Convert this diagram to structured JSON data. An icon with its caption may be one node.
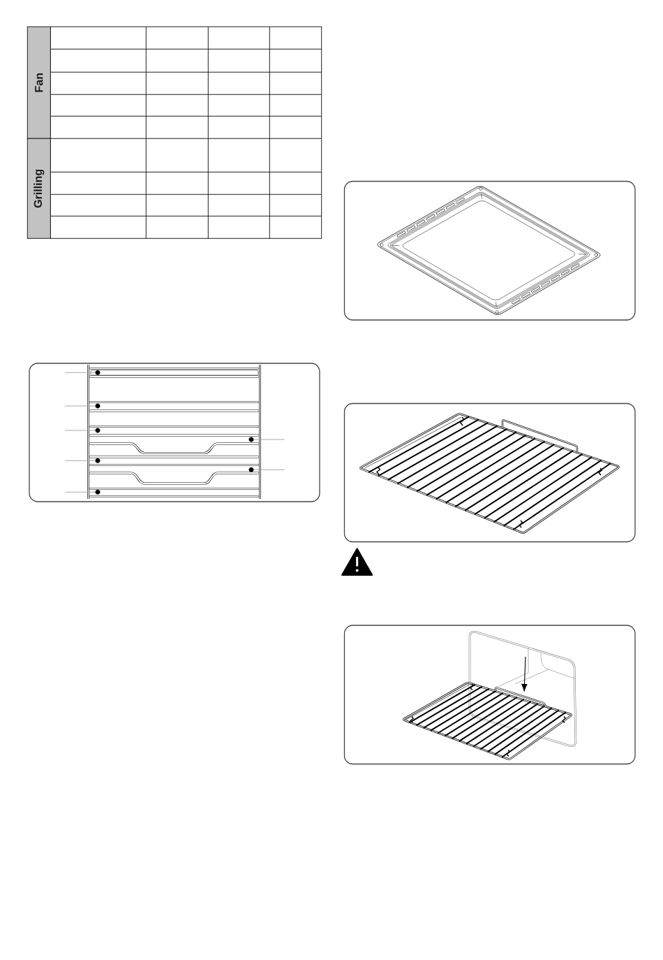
{
  "diagram": {
    "nodes": [
      {
        "text": [
          "Fan"
        ]
      },
      {
        "text": [
          "Grilling"
        ]
      },
      {
        "text": [],
        "shape": "circle"
      },
      {
        "text": [],
        "shape": "circle"
      },
      {
        "text": [],
        "shape": "circle"
      },
      {
        "text": [],
        "shape": "circle"
      },
      {
        "text": [],
        "shape": "circle"
      },
      {
        "text": [],
        "shape": "circle"
      },
      {
        "text": [],
        "shape": "circle"
      }
    ],
    "edges": [
      {
        "from": null,
        "to": 2,
        "arrow": "none"
      },
      {
        "from": null,
        "to": 3,
        "arrow": "none"
      },
      {
        "from": null,
        "to": 4,
        "arrow": "none"
      },
      {
        "from": null,
        "to": 5,
        "arrow": "none"
      },
      {
        "from": null,
        "to": 6,
        "arrow": "none"
      },
      {
        "from": null,
        "to": 7,
        "arrow": "none"
      },
      {
        "from": null,
        "to": 8,
        "arrow": "none"
      }
    ]
  }
}
